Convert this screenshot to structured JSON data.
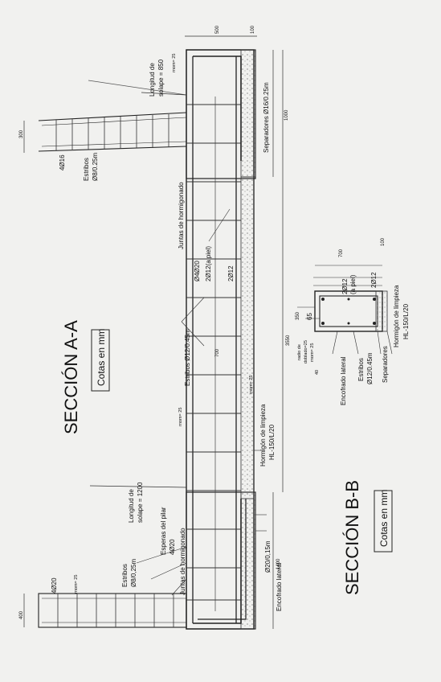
{
  "section_aa": {
    "title": "SECCIÓN A-A",
    "units_box": "Cotas en mm"
  },
  "section_bb": {
    "title": "SECCIÓN B-B",
    "units_box": "Cotas en mm"
  },
  "labels_aa": {
    "long_solape_top_1": "Longitud de",
    "long_solape_top_2": "solape = 850",
    "rnom_top": "rnom= 25",
    "separadores": "Separadores Ø16/0.25m",
    "bar_4o16": "4Ø16",
    "estribos_top_1": "Estribos",
    "estribos_top_2": "Ø8/0.25m",
    "juntas_top": "Juntas de hormigonado",
    "o4o20": "Ø4Ø20",
    "piel_top": "2Ø12(a piel)",
    "bar_2o12": "2Ø12",
    "estribos_mid": "Estribos Ø12/0.45m",
    "dim_700": "700",
    "rnom_mid_1": "rnom= 25",
    "rnom_mid_2": "rnom= 25",
    "hormigon_1": "Hormigón de limpieza",
    "hormigon_2": "HL-150/L/20",
    "long_solape_bot_1": "Longitud de",
    "long_solape_bot_2": "solape = 1200",
    "esperas_1": "Esperas del pilar",
    "esperas_2": "4Ø20",
    "juntas_bot": "Juntas de hormigonado",
    "estribos_bot_1": "Estribos",
    "estribos_bot_2": "Ø8/0,25m",
    "bar_4o20": "4Ø20",
    "rnom_bot": "rnom= 25",
    "o20_015": "Ø20/0,15m",
    "encofrado": "Encofrado lateral",
    "dim_300": "300",
    "dim_400": "400",
    "dim_500": "500",
    "dim_100_top": "100",
    "dim_1000": "1000",
    "dim_3550": "3550",
    "dim_1400": "1400"
  },
  "labels_bb": {
    "dim_350": "350",
    "dim_65": "65",
    "radio_1": "radio de",
    "radio_2": "doblado=25",
    "rnom": "rnom= 25",
    "dim_40": "40",
    "bar_2o12_top": "2Ø12",
    "bar_piel": "(a piel)",
    "bar_2o12_side": "2Ø12",
    "dim_700": "700",
    "dim_100": "100",
    "encofrado": "Encofrado lateral",
    "estribos_1": "Estribos",
    "estribos_2": "Ø12/0.45m",
    "separadores": "Separadores",
    "hormigon_1": "Hormigón de limpieza",
    "hormigon_2": "HL-150/L/20"
  }
}
